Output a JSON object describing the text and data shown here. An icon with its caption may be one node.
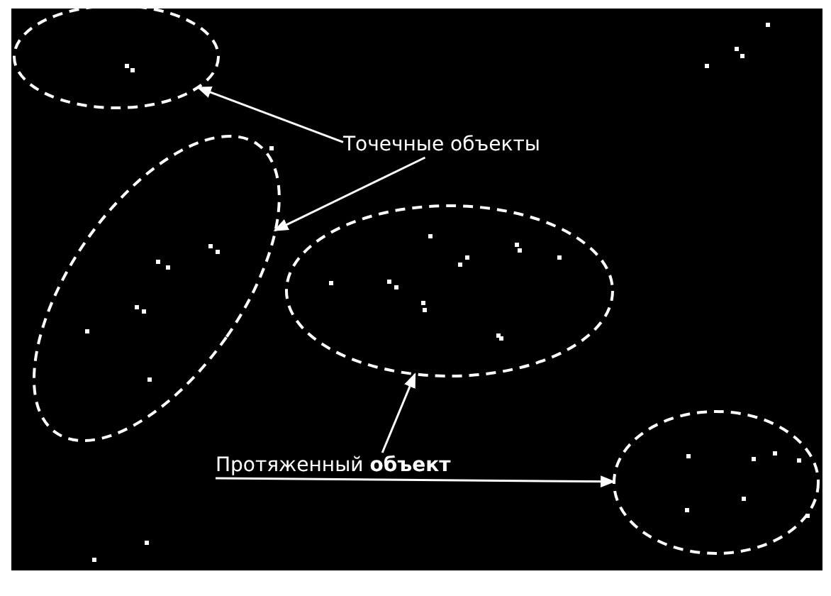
{
  "diagram": {
    "nodes": [
      {
        "text": [],
        "shape": "ellipse"
      },
      {
        "text": [],
        "shape": "ellipse"
      },
      {
        "text": [],
        "shape": "ellipse"
      },
      {
        "text": [],
        "shape": "ellipse"
      },
      {
        "text": [
          "Точечные объекты"
        ]
      },
      {
        "text": [
          "Протяженный **объект**"
        ]
      }
    ],
    "edges": [
      {
        "from": 4,
        "to": 0,
        "arrow": "to"
      },
      {
        "from": 4,
        "to": 1,
        "arrow": "to"
      },
      {
        "from": 5,
        "to": 2,
        "arrow": "to"
      },
      {
        "from": 5,
        "to": 3,
        "arrow": "to"
      }
    ]
  }
}
